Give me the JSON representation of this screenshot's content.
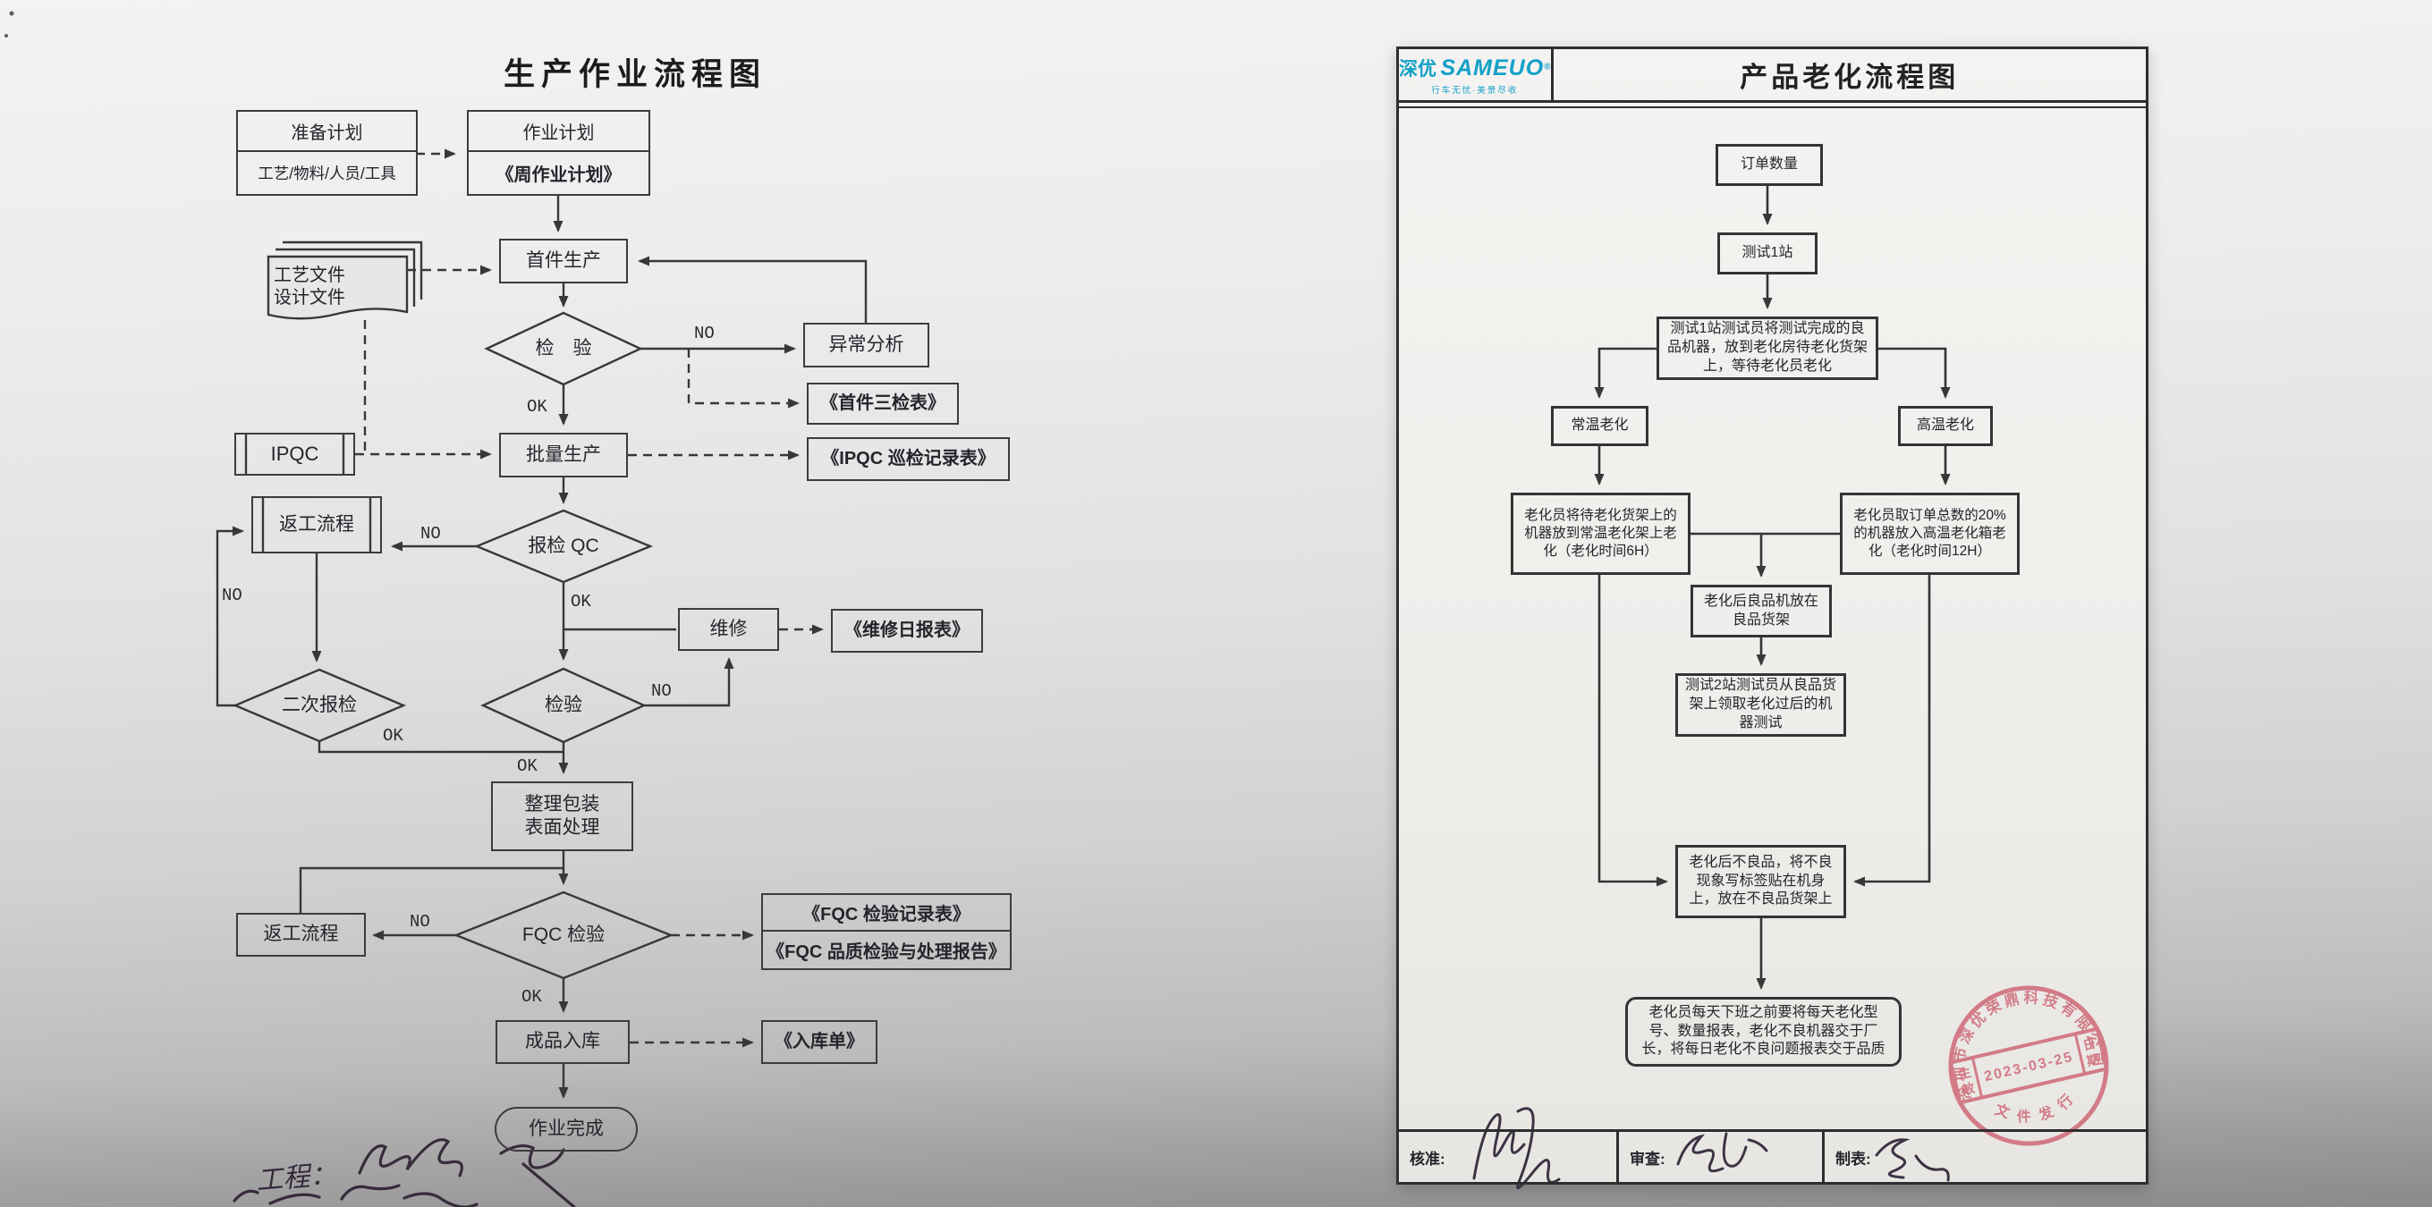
{
  "colors": {
    "ink": "#38383a",
    "logo_cyan": "#14a0c8",
    "stamp_red": "#cd6473"
  },
  "left": {
    "title": "生产作业流程图",
    "prep_top": "准备计划",
    "prep_bottom": "工艺/物料/人员/工具",
    "plan_top": "作业计划",
    "plan_bottom": "《周作业计划》",
    "docs_line1": "工艺文件",
    "docs_line2": "设计文件",
    "first_article": "首件生产",
    "inspect1": "检　验",
    "abnormal": "异常分析",
    "first3_form": "《首件三检表》",
    "batch": "批量生产",
    "ipqc": "IPQC",
    "ipqc_form": "《IPQC 巡检记录表》",
    "rework1": "返工流程",
    "qc_report": "报检 QC",
    "second_inspect": "二次报检",
    "repair": "维修",
    "repair_form": "《维修日报表》",
    "inspect2": "检验",
    "packing_line1": "整理包装",
    "packing_line2": "表面处理",
    "fqc": "FQC 检验",
    "rework2": "返工流程",
    "fqc_form1": "《FQC  检验记录表》",
    "fqc_form2": "《FQC 品质检验与处理报告》",
    "stock_in": "成品入库",
    "stockin_form": "《入库单》",
    "done": "作业完成",
    "no": "NO",
    "ok": "OK",
    "handwriting": "工程："
  },
  "right": {
    "logo_cn": "深优",
    "logo_en": "SAMEUO",
    "logo_reg": "®",
    "tagline": "行车无忧·美景尽收",
    "title": "产品老化流程图",
    "order_qty": "订单数量",
    "test1": "测试1站",
    "test1_detail": "测试1站测试员将测试完成的良品机器，放到老化房待老化货架上，等待老化员老化",
    "normal_aging": "常温老化",
    "high_aging": "高温老化",
    "normal_detail": "老化员将待老化货架上的机器放到常温老化架上老化（老化时间6H）",
    "high_detail": "老化员取订单总数的20%的机器放入高温老化箱老化（老化时间12H）",
    "good_shelf": "老化后良品机放在良品货架",
    "test2_detail": "测试2站测试员从良品货架上领取老化过后的机器测试",
    "bad_detail": "老化后不良品，将不良现象写标签贴在机身上，放在不良品货架上",
    "daily_report": "老化员每天下班之前要将每天老化型号、数量报表，老化不良机器交于厂长，将每日老化不良问题报表交于品质",
    "footer": {
      "approve": "核准:",
      "review": "审查:",
      "prepare": "制表:"
    },
    "stamp": {
      "company": "深圳市深优荣鼎科技有限公司",
      "left1": "生",
      "left2": "效",
      "right1": "日",
      "right2": "期",
      "date": "2023-03-25",
      "bottom": "文件发行"
    }
  }
}
